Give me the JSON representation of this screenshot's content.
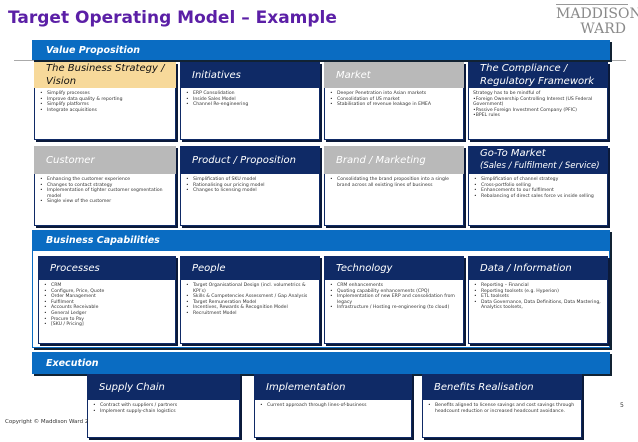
{
  "title": "Target Operating Model – Example",
  "logo": {
    "line1": "MADDISON",
    "line2": "WARD"
  },
  "sections": {
    "value": "Value Proposition",
    "capabilities": "Business Capabilities",
    "execution": "Execution"
  },
  "cards": [
    {
      "id": "strategy",
      "title": "The  Business Strategy /",
      "subtitle": "Vision",
      "style": "yellow",
      "items": [
        "Simplify processes",
        "Improve data quality & reporting",
        "Simplify platforms",
        "Integrate acquisitions"
      ],
      "bullets": true
    },
    {
      "id": "initiatives",
      "title": "Initiatives",
      "style": "navy",
      "items": [
        "ERP Consolidation",
        "Inside Sales Model",
        "Channel Re-engineering"
      ],
      "bullets": true
    },
    {
      "id": "market",
      "title": "Market",
      "style": "gray",
      "items": [
        "Deeper Penetration into Asian markets",
        "Consolidation of US market",
        "Stabilisation of revenue leakage in EMEA"
      ],
      "bullets": true
    },
    {
      "id": "compliance",
      "title": "The  Compliance /",
      "subtitle": "Regulatory Framework",
      "style": "navy",
      "items": [
        "Strategy has to be mindful of",
        "•Foreign Ownership Controlling Interest (US Federal Government)",
        "•Passive Foreign Investment Company (PFIC)",
        "•BPEL rules"
      ],
      "bullets": false
    },
    {
      "id": "customer",
      "title": "Customer",
      "style": "gray",
      "items": [
        "Enhancing the customer experience",
        "Changes to contact strategy",
        "Implementation of tighter customer segmentation model",
        "Single view of the customer"
      ],
      "bullets": true
    },
    {
      "id": "product",
      "title": "Product / Proposition",
      "style": "navy",
      "items": [
        "Simplification of SKU model",
        "Rationalising our pricing model",
        "Changes to licensing model"
      ],
      "bullets": true
    },
    {
      "id": "brand",
      "title": "Brand / Marketing",
      "style": "gray",
      "items": [
        "Consolidating the brand proposition into a single brand across all existing lines of business"
      ],
      "bullets": true
    },
    {
      "id": "gtm",
      "title": "Go-To Market",
      "subtitle": "(Sales / Fulfilment / Service)",
      "style": "navy",
      "items": [
        "Simplification of channel strategy",
        "Cross-portfolio selling",
        "Enhancements to our fulfilment",
        "Rebalancing of direct sales force vs inside selling"
      ],
      "bullets": true
    },
    {
      "id": "processes",
      "title": "Processes",
      "style": "navy",
      "items": [
        "CRM",
        "Configure, Price, Quote",
        "Order Management",
        "Fulfilment",
        "Accounts Receivable",
        "General Ledger",
        "Procure to Pay",
        "[SKU / Pricing]"
      ],
      "bullets": true
    },
    {
      "id": "people",
      "title": "People",
      "style": "navy",
      "items": [
        "Target Organisational Design (incl. volumetrics & KPI’s)",
        "Skills & Competencies Assessment / Gap Analysis",
        "Target Remuneration Model",
        "Incentives, Rewards & Recognition Model",
        "Recruitment Model"
      ],
      "bullets": true
    },
    {
      "id": "technology",
      "title": "Technology",
      "style": "navy",
      "items": [
        "CRM enhancements",
        "Quoting capability enhancements (CPQ)",
        "Implementation of new ERP and consolidation from legacy",
        "Infrastructure / Hosting re-engineering (to cloud)"
      ],
      "bullets": true
    },
    {
      "id": "data",
      "title": "Data / Information",
      "style": "navy",
      "items": [
        "Reporting – Financial",
        "Reporting toolsets (e.g. Hyperion)",
        "ETL toolsets",
        "Data Governance, Data Definitions, Data Mastering, Analytics toolsets,"
      ],
      "bullets": true
    },
    {
      "id": "supply",
      "title": "Supply Chain",
      "style": "navy",
      "items": [
        "Contract with suppliers / partners",
        "Implement supply-chain logistics"
      ],
      "bullets": true
    },
    {
      "id": "implementation",
      "title": "Implementation",
      "style": "navy",
      "items": [
        "Current approach through lines-of-business"
      ],
      "bullets": true
    },
    {
      "id": "benefits",
      "title": "Benefits Realisation",
      "style": "navy",
      "items": [
        "Benefits aligned to license savings and cost savings through headcount reduction or increased headcount avoidance."
      ],
      "bullets": true
    }
  ],
  "footer": {
    "copyright": "Copyright © Maddison Ward 2",
    "page": "5"
  }
}
